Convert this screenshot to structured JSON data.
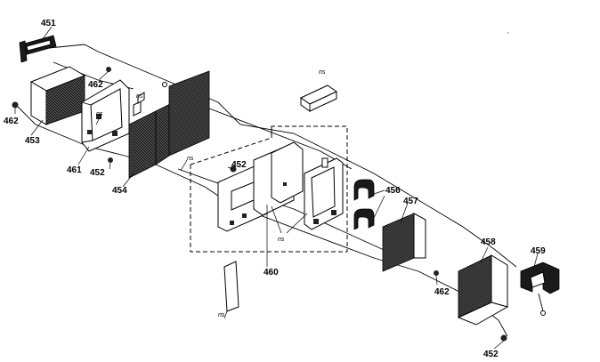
{
  "callouts": [
    {
      "id": "c451",
      "text": "451"
    },
    {
      "id": "c462a",
      "text": "462"
    },
    {
      "id": "c462b",
      "text": "462"
    },
    {
      "id": "c453",
      "text": "453"
    },
    {
      "id": "c461",
      "text": "461"
    },
    {
      "id": "c452a",
      "text": "452"
    },
    {
      "id": "c454",
      "text": "454"
    },
    {
      "id": "c452b",
      "text": "452"
    },
    {
      "id": "c456",
      "text": "456"
    },
    {
      "id": "c457",
      "text": "457"
    },
    {
      "id": "c458",
      "text": "458"
    },
    {
      "id": "c459",
      "text": "459"
    },
    {
      "id": "c460",
      "text": "460"
    },
    {
      "id": "c462c",
      "text": "462"
    },
    {
      "id": "c452c",
      "text": "452"
    }
  ],
  "ns_labels": [
    {
      "id": "ns1",
      "text": "ns"
    },
    {
      "id": "ns2",
      "text": "ns"
    },
    {
      "id": "ns3",
      "text": "ns"
    },
    {
      "id": "ns4",
      "text": "ns"
    },
    {
      "id": "ns5",
      "text": "ns"
    },
    {
      "id": "ns6",
      "text": "ns"
    }
  ]
}
